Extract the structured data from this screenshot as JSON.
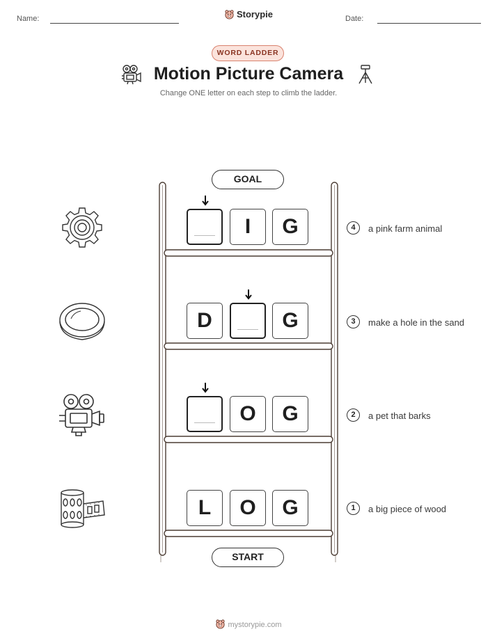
{
  "header": {
    "name_label": "Name:",
    "date_label": "Date:",
    "brand": "Storypie"
  },
  "badge": "WORD LADDER",
  "title": "Motion Picture Camera",
  "subtitle": "Change ONE letter on each step to climb the ladder.",
  "goal_label": "GOAL",
  "start_label": "START",
  "rows": [
    {
      "letters": [
        "",
        "I",
        "G"
      ],
      "clue_number": "4",
      "clue": "a pink farm animal",
      "icon": "gear-icon"
    },
    {
      "letters": [
        "D",
        "",
        "G"
      ],
      "clue_number": "3",
      "clue": "make a hole in the sand",
      "icon": "lens-icon"
    },
    {
      "letters": [
        "",
        "O",
        "G"
      ],
      "clue_number": "2",
      "clue": "a pet that barks",
      "icon": "movie-camera-icon"
    },
    {
      "letters": [
        "L",
        "O",
        "G"
      ],
      "clue_number": "1",
      "clue": "a big piece of wood",
      "icon": "film-reel-icon"
    }
  ],
  "footer": "mystorypie.com"
}
